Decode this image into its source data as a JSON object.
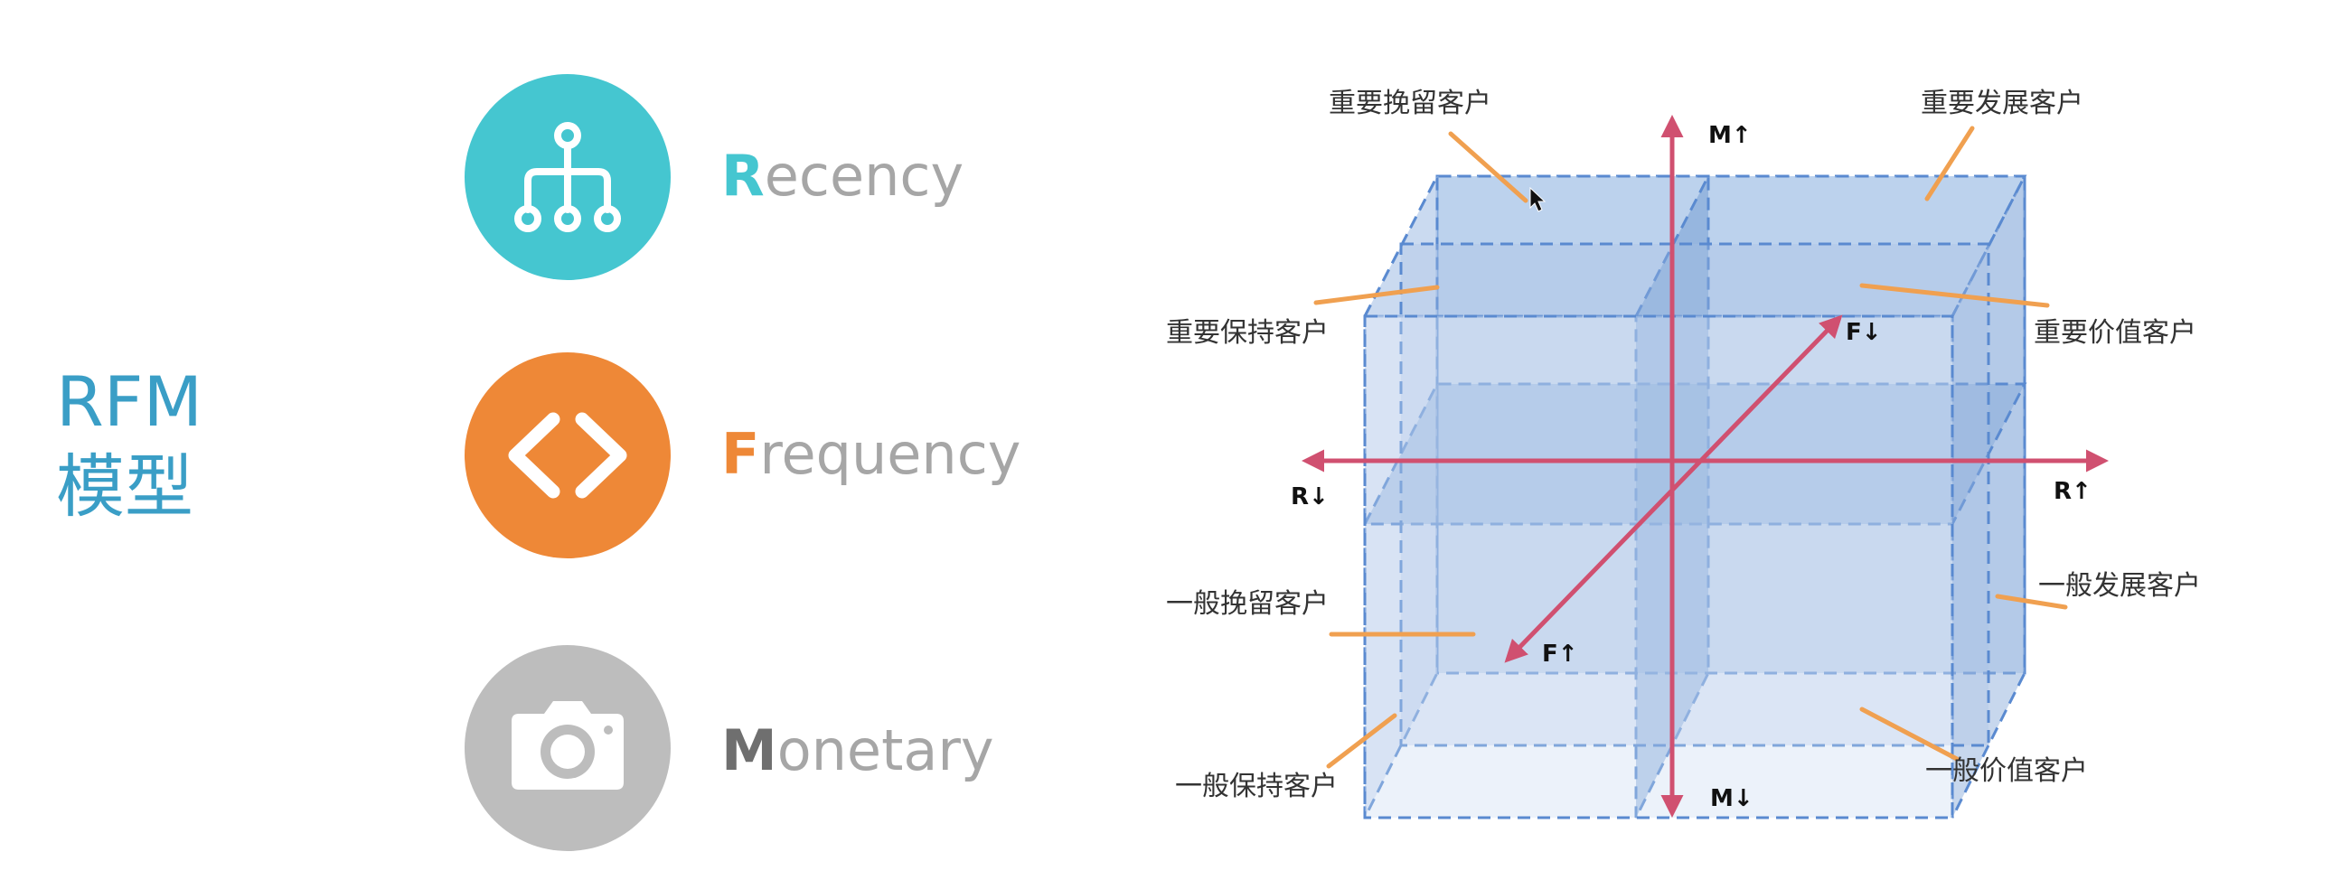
{
  "title": {
    "line1": "RFM",
    "line2": "模型"
  },
  "metrics": [
    {
      "initial": "R",
      "rest": "ecency",
      "icon": "hierarchy-icon",
      "color": "#45c6d0"
    },
    {
      "initial": "F",
      "rest": "requency",
      "icon": "code-brackets-icon",
      "color": "#ee8837"
    },
    {
      "initial": "M",
      "rest": "onetary",
      "icon": "camera-icon",
      "color": "#bdbdbd",
      "initial_color": "#6f6f6f"
    }
  ],
  "axes": {
    "m_up": "M",
    "m_down": "M",
    "r_up": "R",
    "r_down": "R",
    "f_up": "F",
    "f_down": "F",
    "up_arrow": "↑",
    "down_arrow": "↓"
  },
  "segments": {
    "important_retain": "重要挽留客户",
    "important_develop": "重要发展客户",
    "important_keep": "重要保持客户",
    "important_value": "重要价值客户",
    "general_retain": "一般挽留客户",
    "general_develop": "一般发展客户",
    "general_keep": "一般保持客户",
    "general_value": "一般价值客户"
  },
  "colors": {
    "title": "#3a9ec6",
    "word": "#a6a6a6",
    "axis": "#d05070",
    "leader": "#f0a050",
    "cube_fill": "#9ab8e0",
    "cube_edge": "#5a8ad0"
  }
}
